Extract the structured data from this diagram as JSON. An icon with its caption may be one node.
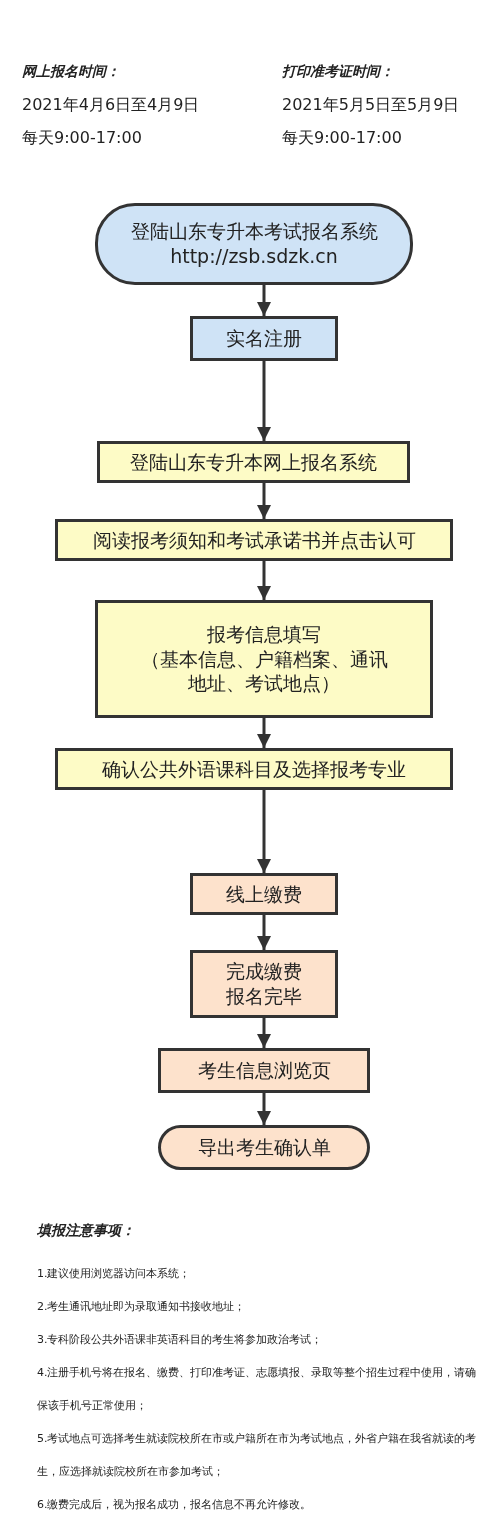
{
  "diagram": {
    "nodes": [
      {
        "text": [
          "登陆山东专升本考试报名系统",
          "http://zsb.sdzk.cn"
        ]
      },
      {
        "text": [
          "实名注册"
        ]
      },
      {
        "text": [
          "登陆山东专升本网上报名系统"
        ]
      },
      {
        "text": [
          "阅读报考须知和考试承诺书并点击认可"
        ]
      },
      {
        "text": [
          "报考信息填写",
          "（基本信息、户籍档案、通讯地址、考试地点）"
        ]
      },
      {
        "text": [
          "确认公共外语课科目及选择报考专业"
        ]
      },
      {
        "text": [
          "线上缴费"
        ]
      },
      {
        "text": [
          "完成缴费",
          "报名完毕"
        ]
      },
      {
        "text": [
          "考生信息浏览页"
        ]
      },
      {
        "text": [
          "导出考生确认单"
        ]
      }
    ],
    "edges": [
      {
        "from": 0,
        "to": 1,
        "arrow": "to"
      },
      {
        "from": 1,
        "to": 2,
        "arrow": "to"
      },
      {
        "from": 2,
        "to": 3,
        "arrow": "to"
      },
      {
        "from": 3,
        "to": 4,
        "arrow": "to"
      },
      {
        "from": 4,
        "to": 5,
        "arrow": "to"
      },
      {
        "from": 5,
        "to": 6,
        "arrow": "to"
      },
      {
        "from": 6,
        "to": 7,
        "arrow": "to"
      },
      {
        "from": 7,
        "to": 8,
        "arrow": "to"
      },
      {
        "from": 8,
        "to": 9,
        "arrow": "to"
      }
    ],
    "labels": [
      "网上报名时间：",
      "打印准考证时间：",
      "2021年4月6日至4月9日",
      "2021年5月5日至5月9日",
      "每天9:00-17:00",
      "每天9:00-17:00",
      "填报注意事项：",
      "1.建议使用浏览器访问本系统；",
      "2.考生通讯地址即为录取通知书接收地址；",
      "3.专科阶段公共外语课非英语科目的考生将参加政治考试；",
      "4.注册手机号将在报名、缴费、打印准考证、志愿填报、录取等整个招生过程中使用，请确保该手机号正常使用；",
      "5.考试地点可选择考生就读院校所在市或户籍所在市为考试地点，外省户籍在我省就读的考生，应选择就读院校所在市参加考试；",
      "6.缴费完成后，视为报名成功，报名信息不再允许修改。"
    ]
  }
}
